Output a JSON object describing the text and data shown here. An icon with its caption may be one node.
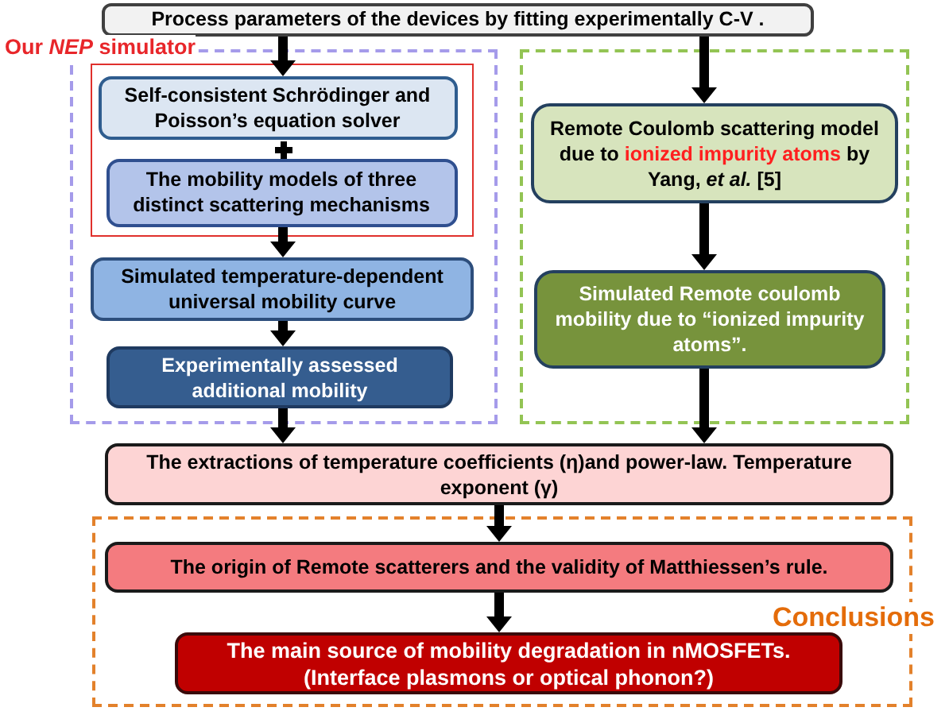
{
  "diagram": {
    "nodes": [
      {
        "text": [
          "Process parameters of the devices by fitting experimentally C-V ."
        ]
      },
      {
        "text": [
          "Our *NEP* simulator"
        ]
      },
      {
        "text": [],
        "shape": "box",
        "in": 1
      },
      {
        "text": [
          "Self-consistent Schrödinger and Poisson’s equation solver"
        ],
        "in": 2
      },
      {
        "text": [
          "The mobility models of three distinct scattering mechanisms"
        ],
        "in": 2
      },
      {
        "text": [
          "Simulated temperature-dependent universal mobility curve"
        ],
        "in": 1
      },
      {
        "text": [
          "Experimentally assessed additional mobility"
        ],
        "in": 1
      },
      {
        "text": [],
        "shape": "box"
      },
      {
        "text": [
          "Remote Coulomb scattering model due to **ionized impurity atoms** by Yang, *et al.* [5]"
        ],
        "in": 7
      },
      {
        "text": [
          "Simulated Remote coulomb mobility due to “ionized impurity atoms”."
        ],
        "in": 7
      },
      {
        "text": [
          "The extractions of temperature coefficients (η)and power-law. Temperature exponent (γ)"
        ]
      },
      {
        "text": [
          "Conclusions"
        ]
      },
      {
        "text": [
          "The origin of Remote scatterers and the validity of Matthiessen’s rule."
        ],
        "in": 11
      },
      {
        "text": [
          "The main source of mobility degradation in nMOSFETs. (Interface plasmons or optical phonon?)"
        ],
        "in": 11
      }
    ],
    "edges": [
      {
        "from": 0,
        "to": 3,
        "arrow": "to"
      },
      {
        "from": 4,
        "to": 5,
        "arrow": "to"
      },
      {
        "from": 5,
        "to": 6,
        "arrow": "to"
      },
      {
        "from": 6,
        "to": 10,
        "arrow": "to"
      },
      {
        "from": 0,
        "to": 8,
        "arrow": "to"
      },
      {
        "from": 8,
        "to": 9,
        "arrow": "to"
      },
      {
        "from": 9,
        "to": 10,
        "arrow": "to"
      },
      {
        "from": 10,
        "to": 12,
        "arrow": "to"
      },
      {
        "from": 12,
        "to": 13,
        "arrow": "to"
      }
    ]
  }
}
